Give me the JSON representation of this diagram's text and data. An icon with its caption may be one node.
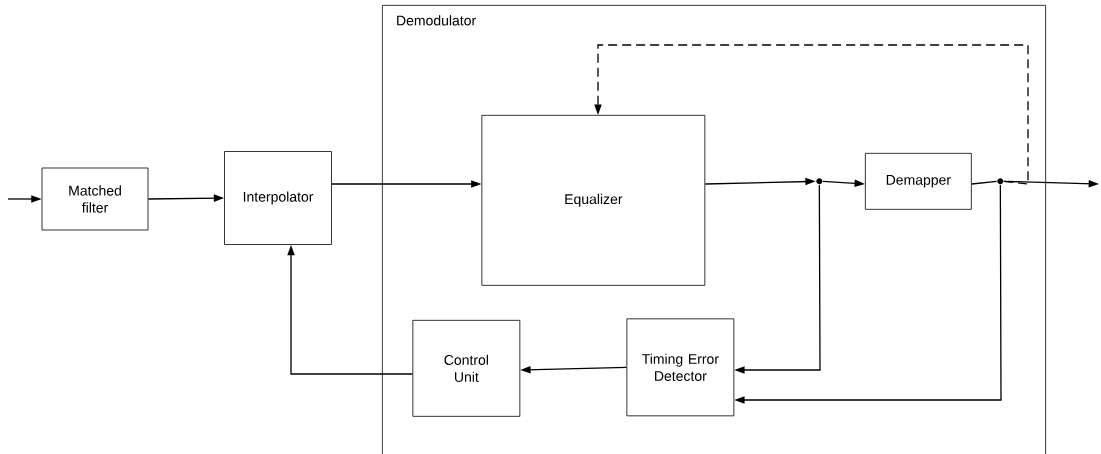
{
  "diagram": {
    "nodes": [
      {
        "text": [
          "Demodulator"
        ]
      },
      {
        "text": [
          "Matched filter"
        ]
      },
      {
        "text": [
          "Interpolator"
        ]
      },
      {
        "text": [
          "Equalizer"
        ],
        "in": 0
      },
      {
        "text": [
          "Demapper"
        ],
        "in": 0
      },
      {
        "text": [
          "Control Unit"
        ],
        "in": 0
      },
      {
        "text": [
          "Timing Error Detector"
        ],
        "in": 0
      },
      {
        "text": [],
        "shape": "circle",
        "in": 0
      },
      {
        "text": [],
        "shape": "circle",
        "in": 0
      }
    ],
    "edges": [
      {
        "from": null,
        "to": 1,
        "arrow": "to"
      },
      {
        "from": 1,
        "to": 2,
        "arrow": "to"
      },
      {
        "from": 2,
        "to": 3,
        "arrow": "to"
      },
      {
        "from": 3,
        "to": 7,
        "arrow": "to"
      },
      {
        "from": 7,
        "to": 4,
        "arrow": "to"
      },
      {
        "from": 4,
        "to": 8,
        "arrow": "none"
      },
      {
        "from": 8,
        "to": null,
        "arrow": "to"
      },
      {
        "from": 7,
        "to": 6,
        "arrow": "to"
      },
      {
        "from": 8,
        "to": 6,
        "arrow": "to"
      },
      {
        "from": 8,
        "to": 3,
        "arrow": "to",
        "style": "dashed"
      },
      {
        "from": 6,
        "to": 5,
        "arrow": "to"
      },
      {
        "from": 5,
        "to": 2,
        "arrow": "to"
      }
    ]
  }
}
